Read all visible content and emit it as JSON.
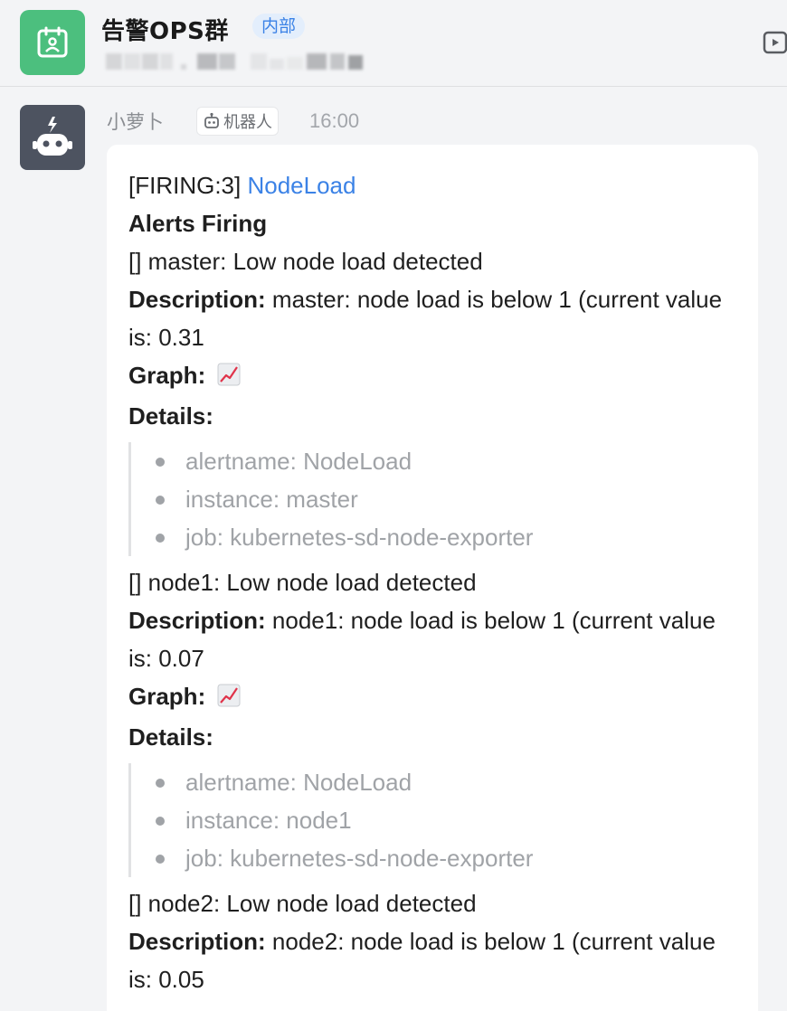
{
  "header": {
    "title": "告警OPS群",
    "badge": "内部",
    "icon_name": "group-calendar-icon",
    "right_icon_name": "video-icon"
  },
  "message": {
    "sender": "小萝卜",
    "bot_tag": "机器人",
    "time": "16:00",
    "title_prefix": "[FIRING:3]",
    "title_link": "NodeLoad",
    "heading": "Alerts Firing",
    "alerts": [
      {
        "summary": "[] master: Low node load detected",
        "description_label": "Description:",
        "description_text": "master: node load is below 1 (current value is: 0.31",
        "graph_label": "Graph:",
        "details_label": "Details:",
        "details": [
          "alertname: NodeLoad",
          "instance: master",
          "job: kubernetes-sd-node-exporter"
        ]
      },
      {
        "summary": "[] node1: Low node load detected",
        "description_label": "Description:",
        "description_text": "node1: node load is below 1 (current value is: 0.07",
        "graph_label": "Graph:",
        "details_label": "Details:",
        "details": [
          "alertname: NodeLoad",
          "instance: node1",
          "job: kubernetes-sd-node-exporter"
        ]
      },
      {
        "summary": "[] node2: Low node load detected",
        "description_label": "Description:",
        "description_text": "node2: node load is below 1 (current value is: 0.05"
      }
    ]
  },
  "colors": {
    "accent_link": "#3b82e6",
    "group_avatar": "#4cbf7e",
    "bot_avatar": "#4d5360",
    "muted_text": "#a0a3a7"
  }
}
